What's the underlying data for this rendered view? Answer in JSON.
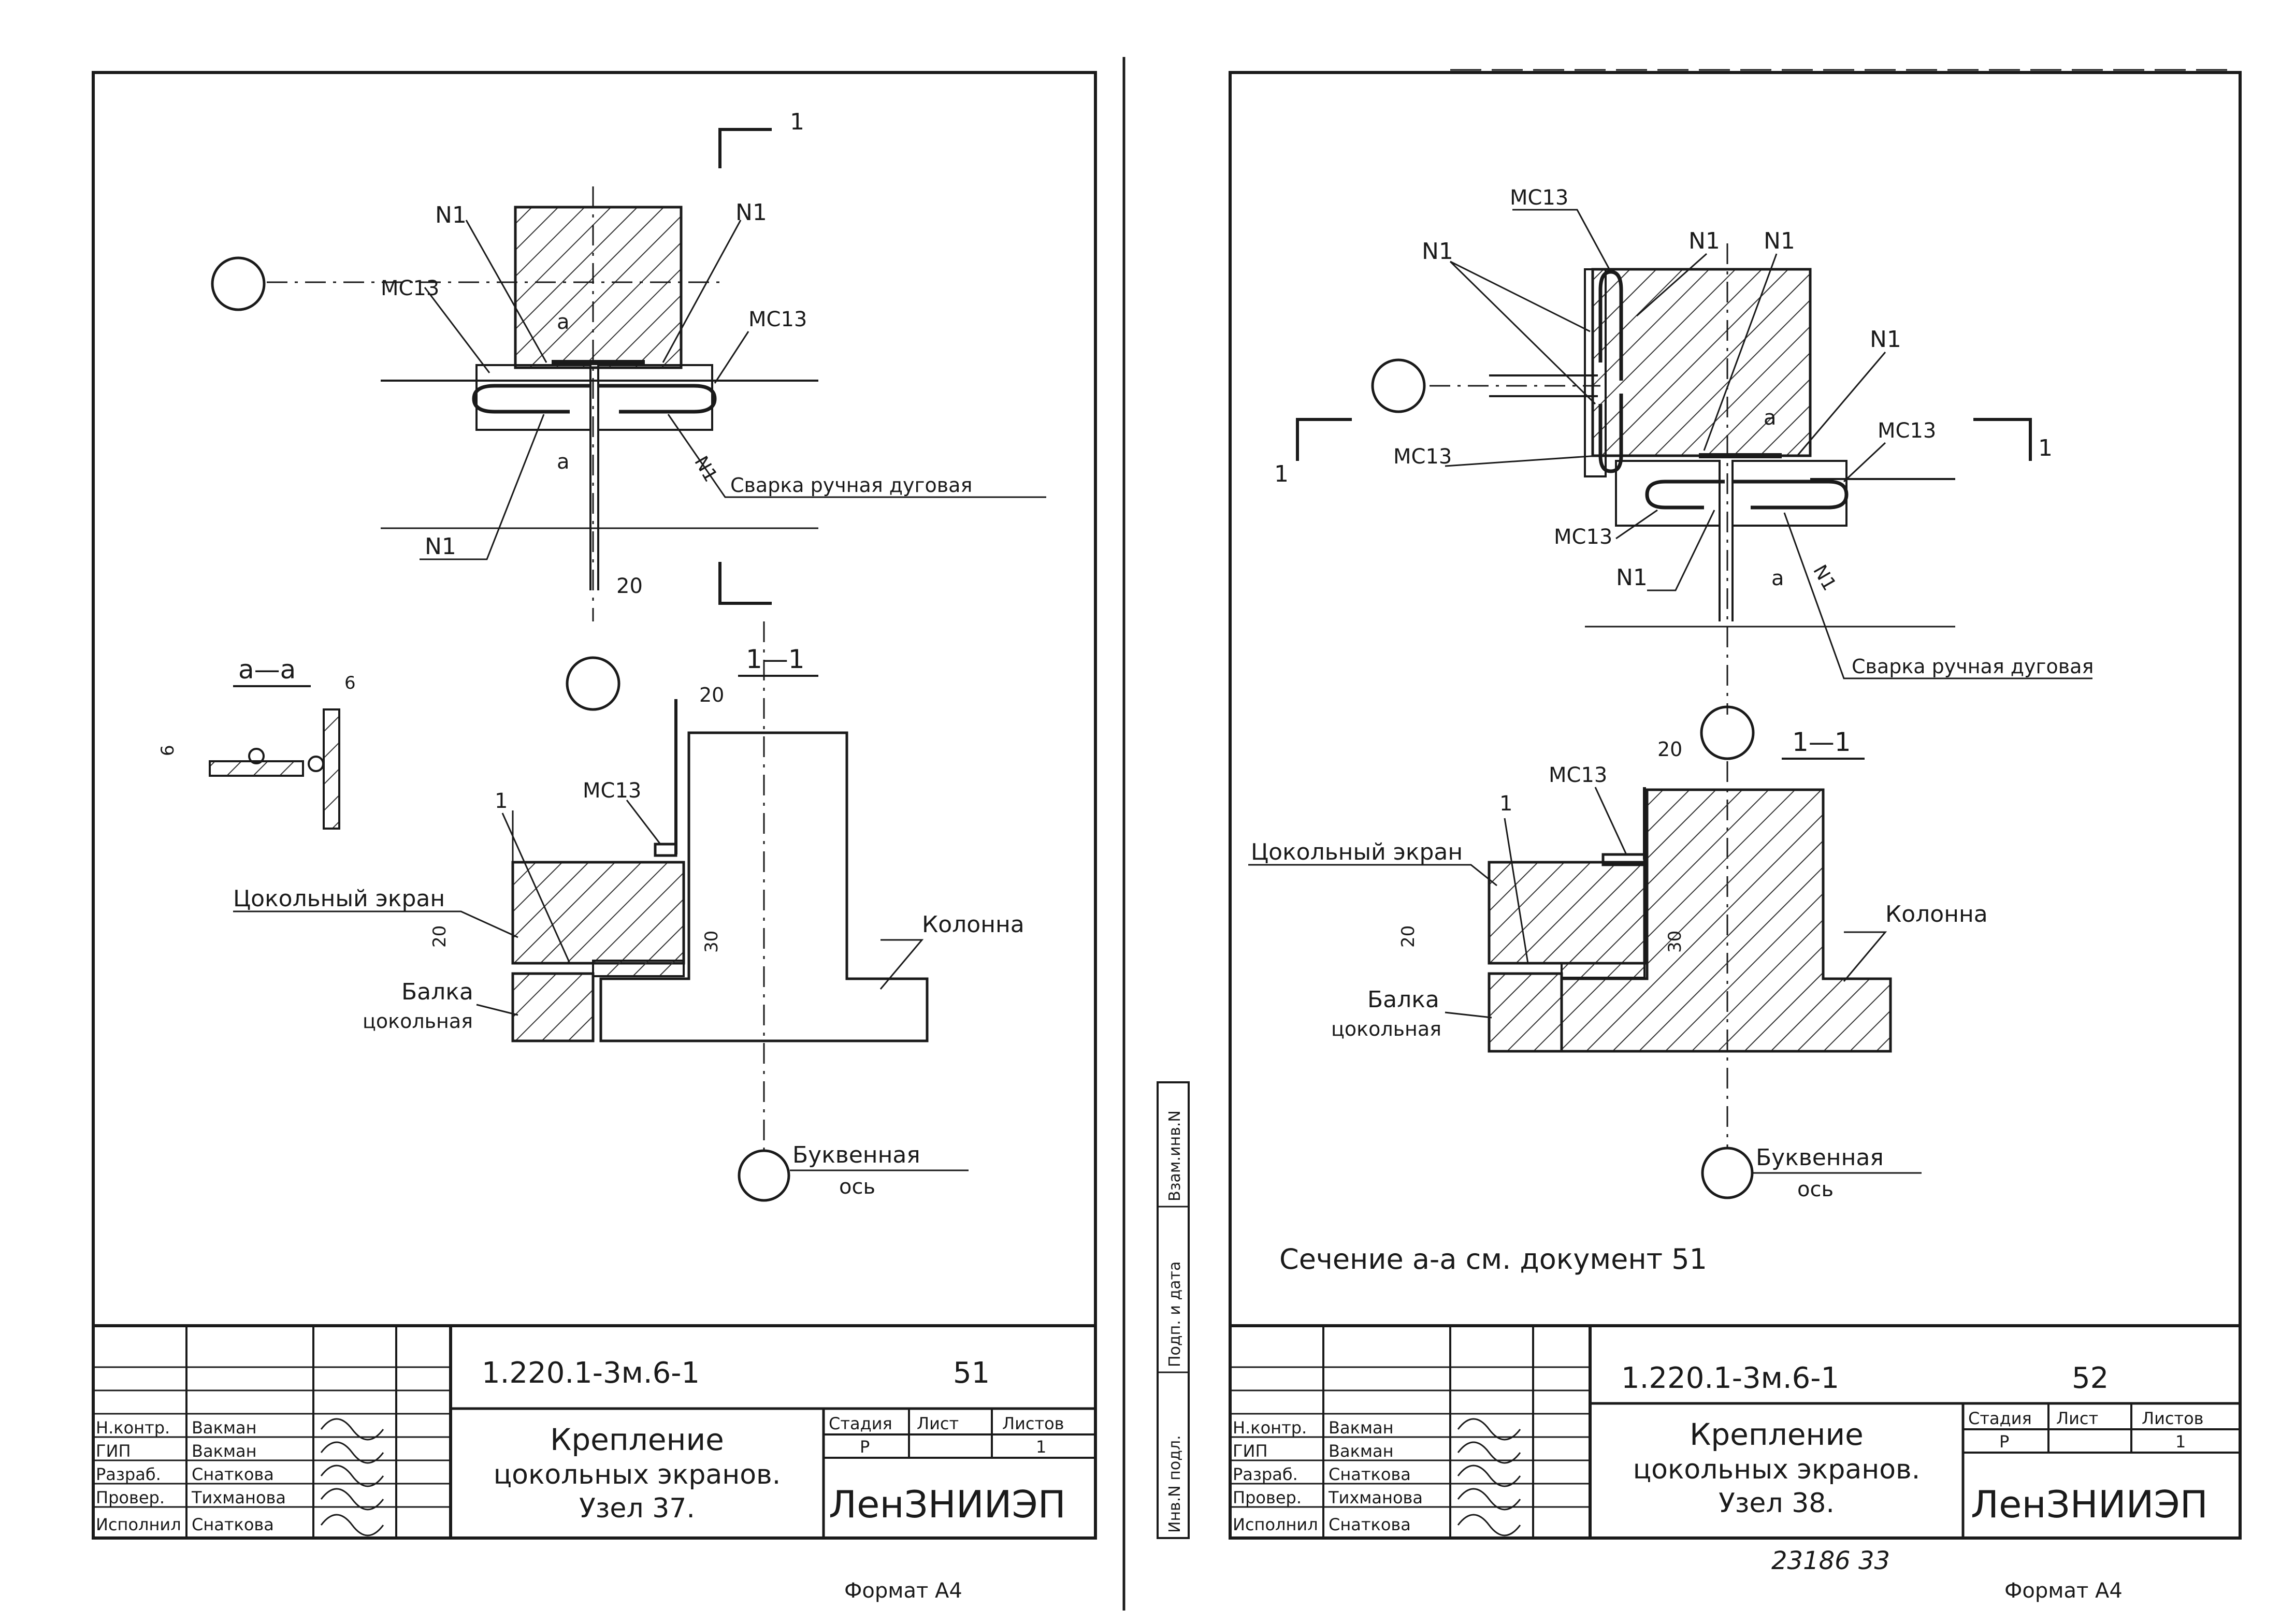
{
  "left_sheet": {
    "labels": {
      "section_mark": "1",
      "weld_left": "N1",
      "weld_right": "N1",
      "mc13_top": "МС13",
      "mc13_right": "МС13",
      "dim_a_top": "a",
      "dim_a_bottom": "a",
      "weld_text": "Сварка ручная дуговая",
      "n1_diag": "N1",
      "n1_bottom": "N1",
      "dim_20": "20",
      "section_aa": "a—a",
      "dim_6_top": "6",
      "dim_6_left": "6",
      "section_11": "1—1",
      "dim_20_b": "20",
      "mc13_section": "МС13",
      "mark_1": "1",
      "screen": "Цокольный экран",
      "dim_20_c": "20",
      "dim_30": "30",
      "beam_1": "Балка",
      "beam_2": "цокольная",
      "column": "Колонна",
      "axis_1": "Буквенная",
      "axis_2": "ось"
    },
    "title_block": {
      "code": "1.220.1-3м.6-1",
      "doc_no": "51",
      "title_1": "Крепление",
      "title_2": "цокольных экранов.",
      "title_3": "Узел 37.",
      "stage_h": "Стадия",
      "sheet_h": "Лист",
      "sheets_h": "Листов",
      "stage_v": "Р",
      "sheet_v": "",
      "sheets_v": "1",
      "org": "ЛенЗНИИЭП",
      "roles": [
        "Н.контр.",
        "ГИП",
        "Разраб.",
        "Провер.",
        "Исполнил"
      ],
      "names": [
        "Вакман",
        "Вакман",
        "Снаткова",
        "Тихманова",
        "Снаткова"
      ]
    },
    "format": "Формат А4"
  },
  "right_sheet": {
    "labels": {
      "mc13_top": "МС13",
      "n1_a": "N1",
      "n1_b": "N1",
      "n1_c": "N1",
      "n1_d": "N1",
      "section_mark_l": "1",
      "section_mark_r": "1",
      "mc13_left": "МС13",
      "mc13_right": "МС13",
      "dim_a_top": "a",
      "dim_a_bottom": "a",
      "mc13_bottom": "МС13",
      "n1_bottom": "N1",
      "n1_diag": "N1",
      "weld_text": "Сварка ручная дуговая",
      "section_11": "1—1",
      "dim_20": "20",
      "mc13_section": "МС13",
      "mark_1": "1",
      "screen": "Цокольный экран",
      "dim_20_b": "20",
      "dim_30": "30",
      "column": "Колонна",
      "beam_1": "Балка",
      "beam_2": "цокольная",
      "axis_1": "Буквенная",
      "axis_2": "ось",
      "note": "Сечение а-а  см. документ 51"
    },
    "side_stamp": [
      "Инв.N подл.",
      "Подп. и дата",
      "Взам.инв.N"
    ],
    "title_block": {
      "code": "1.220.1-3м.6-1",
      "doc_no": "52",
      "title_1": "Крепление",
      "title_2": "цокольных экранов.",
      "title_3": "Узел 38.",
      "stage_h": "Стадия",
      "sheet_h": "Лист",
      "sheets_h": "Листов",
      "stage_v": "Р",
      "sheet_v": "",
      "sheets_v": "1",
      "org": "ЛенЗНИИЭП",
      "roles": [
        "Н.контр.",
        "ГИП",
        "Разраб.",
        "Провер.",
        "Исполнил"
      ],
      "names": [
        "Вакман",
        "Вакман",
        "Снаткова",
        "Тихманова",
        "Снаткова"
      ]
    },
    "bottom_numbers": "23186    33",
    "format": "Формат А4"
  }
}
